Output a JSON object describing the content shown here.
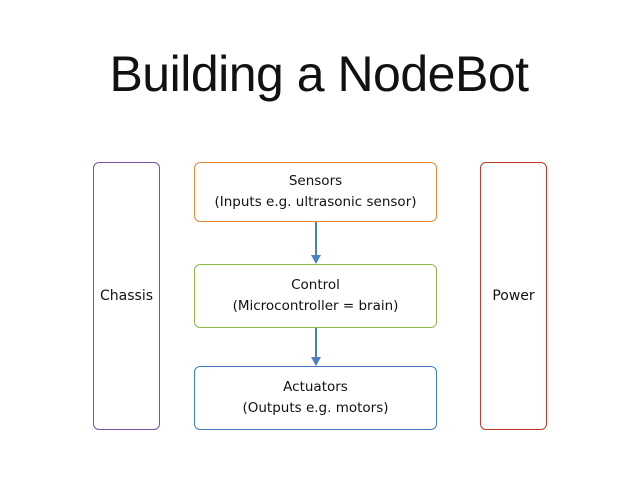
{
  "slide": {
    "title": "Building a NodeBot"
  },
  "diagram": {
    "chassis": {
      "label": "Chassis",
      "color": "#7a4fa6"
    },
    "power": {
      "label": "Power",
      "color": "#c0392b"
    },
    "sensors": {
      "line1": "Sensors",
      "line2": "(Inputs e.g. ultrasonic sensor)",
      "color": "#e8893a"
    },
    "control": {
      "line1": "Control",
      "line2": "(Microcontroller = brain)",
      "color": "#8dbb4a"
    },
    "actuators": {
      "line1": "Actuators",
      "line2": "(Outputs e.g. motors)",
      "color": "#3f7fc4"
    },
    "arrow_color": "#4a7fc1"
  }
}
